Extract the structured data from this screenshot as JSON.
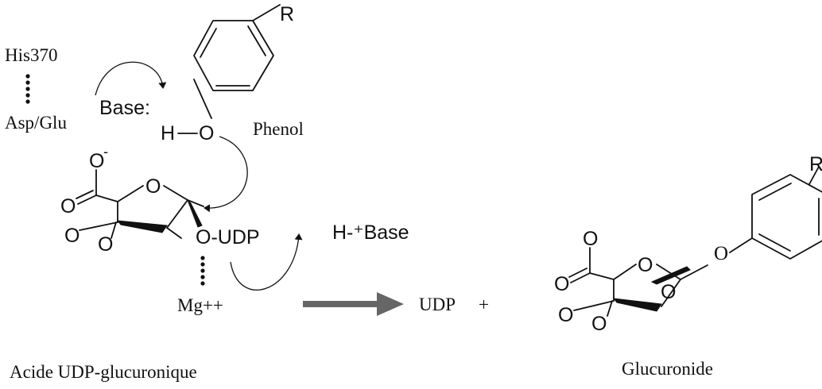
{
  "labels": {
    "his": "His370",
    "asp": "Asp/Glu",
    "base": "Base:",
    "h": "H",
    "o_phenol": "O",
    "r_phenol": "R",
    "phenol": "Phenol",
    "carboxylate_o_minus": "O",
    "carboxylate_charge": "-",
    "o_ring": "O",
    "o_carbonyl": "O",
    "o_3": "O",
    "o_4": "O",
    "o_udp": "O-UDP",
    "h_base": "H-⁺Base",
    "mg": "Mg++",
    "udp": "UDP",
    "plus": "+",
    "acide": "Acide UDP-glucuronique",
    "glucuronide": "Glucuronide",
    "p_o_top": "O",
    "p_o_carbonyl": "O",
    "p_o_ring": "O",
    "p_o_ring2": "O",
    "p_o_3": "O",
    "p_o_4": "O",
    "p_o_link": "O",
    "p_r": "R"
  },
  "colors": {
    "ink": "#111111",
    "arrow": "#555555",
    "background": "#ffffff"
  }
}
